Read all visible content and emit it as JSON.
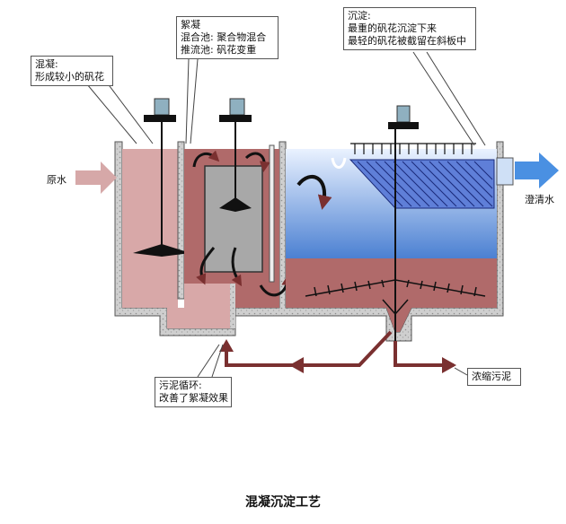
{
  "callouts": {
    "coagulation": {
      "title": "混凝:",
      "line1": "形成较小的矾花"
    },
    "flocculation": {
      "title": "絮凝",
      "line1": "混合池:  聚合物混合",
      "line2": "推流池:  矾花变重"
    },
    "sedimentation": {
      "title": "沉淀:",
      "line1": "最重的矾花沉淀下来",
      "line2": "最轻的矾花被截留在斜板中"
    },
    "sludge_recycle": {
      "title": "污泥循环:",
      "line1": "改善了絮凝效果"
    },
    "thickened_sludge": {
      "title": "浓缩污泥"
    }
  },
  "labels": {
    "raw_water": "原水",
    "clear_water": "澄清水"
  },
  "caption": "混凝沉淀工艺",
  "colors": {
    "coag_water": "#d8a8a8",
    "floc_water": "#b06a6a",
    "settle_water_top": "#e6f0ff",
    "settle_water_bottom": "#4a7fd0",
    "sludge_line": "#7a3030",
    "wall": "#555555",
    "concrete": "#c8c8c8",
    "inflow_arrow": "#d6a8a8",
    "outflow_arrow": "#4a90e2"
  }
}
